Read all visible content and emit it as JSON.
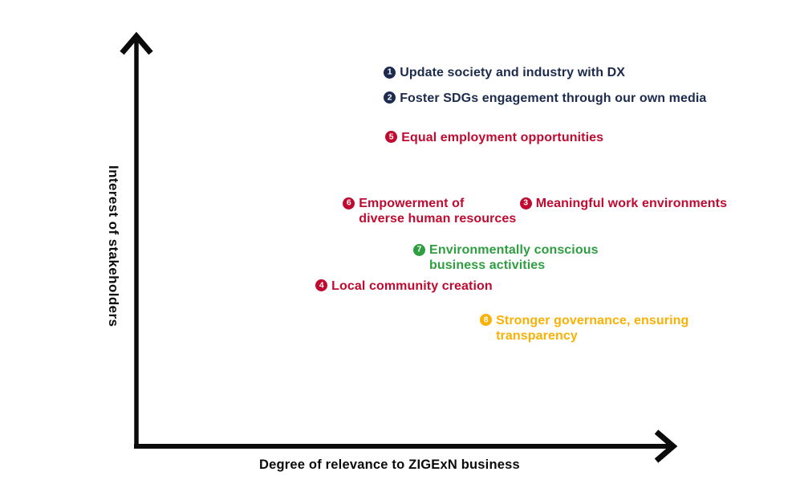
{
  "colors": {
    "navy": "#1c2b4d",
    "red": "#c00a30",
    "green": "#2e9e41",
    "amber": "#f8b104",
    "axis": "#0b0b0b",
    "background": "#ffffff",
    "badge_digit": "#ffffff"
  },
  "chart_data": {
    "type": "scatter",
    "title": "",
    "xlabel": "Degree of relevance to ZIGExN business",
    "ylabel": "Interest of stakeholders",
    "xlim": [
      0,
      1
    ],
    "ylim": [
      0,
      1
    ],
    "grid": false,
    "legend": false,
    "axis_style": "arrows",
    "points": [
      {
        "num": "1",
        "label": "Update society and industry with DX",
        "color": "navy",
        "x": 0.46,
        "y": 0.924
      },
      {
        "num": "2",
        "label": "Foster SDGs engagement through our own media",
        "color": "navy",
        "x": 0.46,
        "y": 0.862
      },
      {
        "num": "3",
        "label": "Meaningful work environments",
        "color": "red",
        "x": 0.713,
        "y": 0.607
      },
      {
        "num": "4",
        "label": "Local community creation",
        "color": "red",
        "x": 0.333,
        "y": 0.407
      },
      {
        "num": "5",
        "label": "Equal employment opportunities",
        "color": "red",
        "x": 0.463,
        "y": 0.767
      },
      {
        "num": "6",
        "label": "Empowerment of\ndiverse human resources",
        "color": "red",
        "x": 0.384,
        "y": 0.607
      },
      {
        "num": "7",
        "label": "Environmentally conscious\nbusiness activities",
        "color": "green",
        "x": 0.515,
        "y": 0.494
      },
      {
        "num": "8",
        "label": "Stronger governance, ensuring\ntransparency",
        "color": "amber",
        "x": 0.639,
        "y": 0.323
      }
    ]
  }
}
